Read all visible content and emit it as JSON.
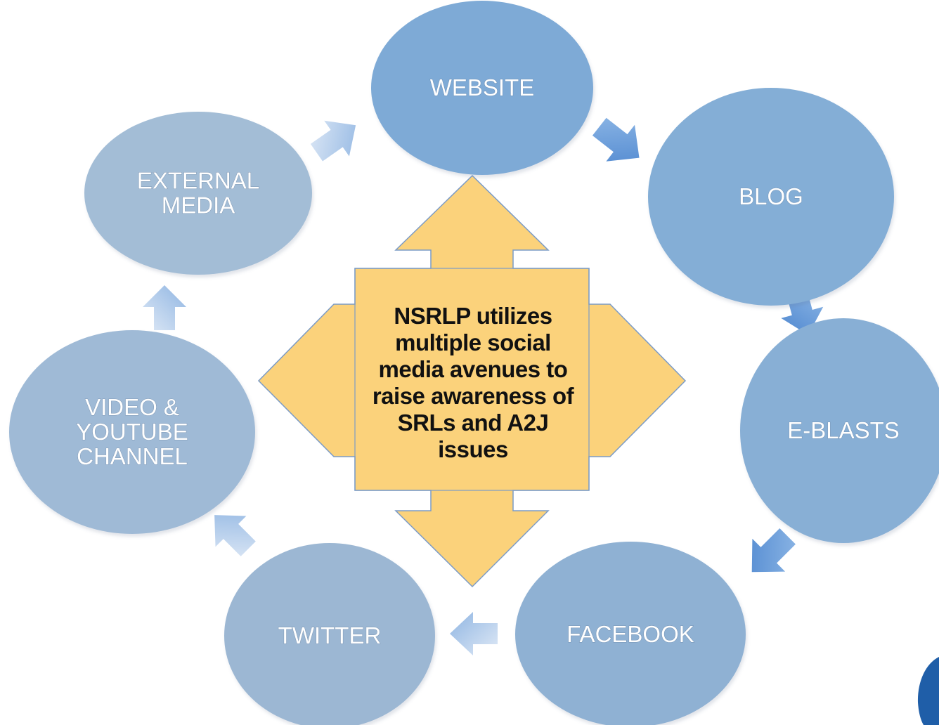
{
  "diagram": {
    "center_text": "NSRLP utilizes multiple social media avenues to raise awareness of SRLs and A2J issues",
    "nodes": [
      {
        "id": "website",
        "lines": [
          "WEBSITE"
        ]
      },
      {
        "id": "blog",
        "lines": [
          "BLOG"
        ]
      },
      {
        "id": "e-blasts",
        "lines": [
          "E-BLASTS"
        ]
      },
      {
        "id": "facebook",
        "lines": [
          "FACEBOOK"
        ]
      },
      {
        "id": "twitter",
        "lines": [
          "TWITTER"
        ]
      },
      {
        "id": "video",
        "lines": [
          "VIDEO &",
          "YOUTUBE",
          "CHANNEL"
        ]
      },
      {
        "id": "external-media",
        "lines": [
          "EXTERNAL",
          "MEDIA"
        ]
      }
    ],
    "cycle_order": [
      "website",
      "blog",
      "e-blasts",
      "facebook",
      "twitter",
      "video",
      "external-media"
    ]
  },
  "colors": {
    "node_fill_top": "#7aa7d3",
    "node_fill_bottom": "#a3bdd6",
    "node_text": "#ffffff",
    "center_fill": "#fbd27b",
    "center_stroke": "#7b9bc6",
    "center_text": "#111111",
    "arrow_dark": "#5c93d6",
    "arrow_light": "#dfe9f6",
    "logo": "#1f5ea8"
  }
}
